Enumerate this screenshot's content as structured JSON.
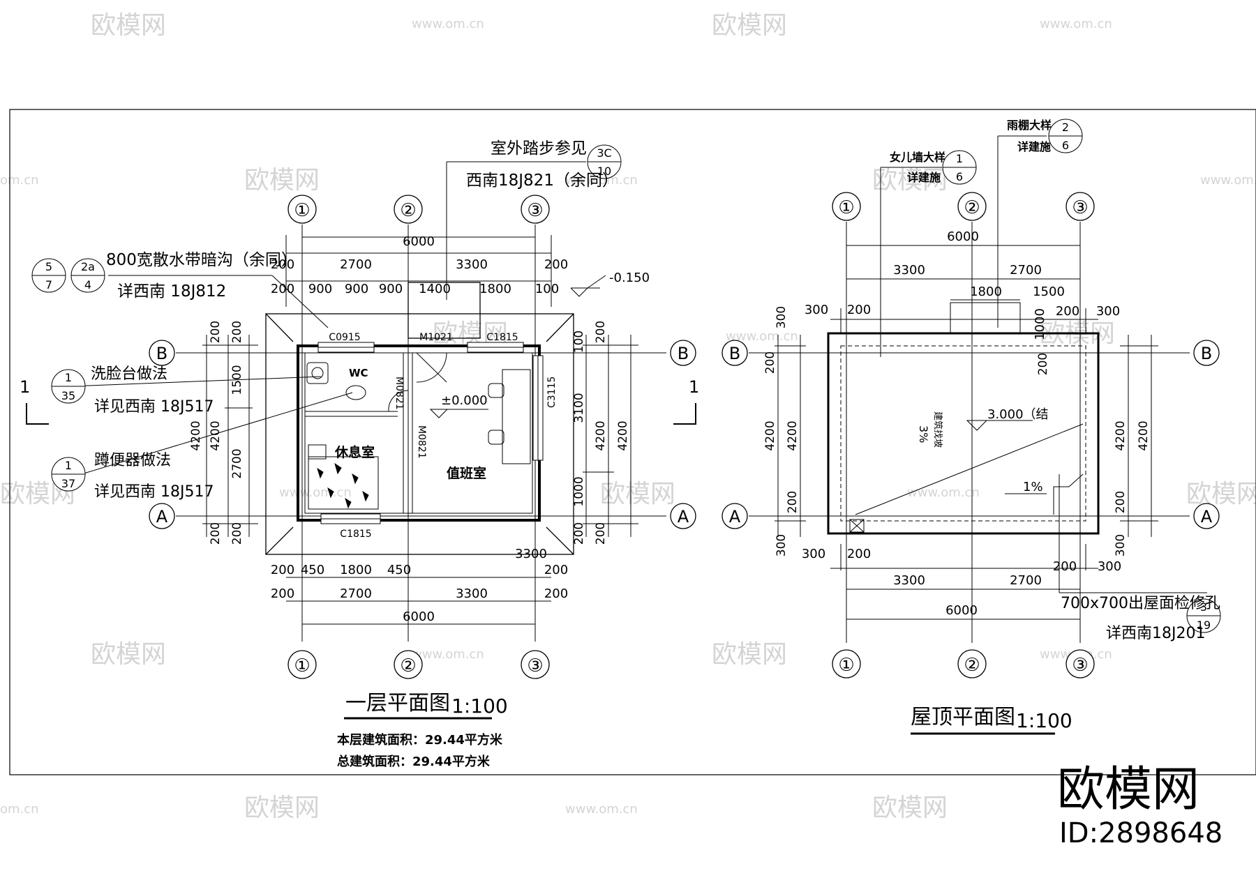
{
  "watermark": {
    "brand": "欧模网",
    "url": "www.om.cn",
    "url_short": "om.cn"
  },
  "brand_block": {
    "name": "欧模网",
    "id": "ID:2898648"
  },
  "plan1": {
    "title": "一层平面图",
    "scale": "1:100",
    "area_floor": "本层建筑面积：29.44平方米",
    "area_total": "总建筑面积：29.44平方米",
    "grids": {
      "g1": "①",
      "g2": "②",
      "g3": "③",
      "A": "A",
      "B": "B"
    },
    "section_mark": "1",
    "rooms": {
      "wc": "WC",
      "rest": "休息室",
      "duty": "值班室"
    },
    "doors": {
      "m1021": "M1021",
      "m0821a": "M0821",
      "m0821b": "M0821"
    },
    "windows": {
      "c0915": "C0915",
      "c1815_top": "C1815",
      "c1815_bot": "C1815",
      "c3115": "C3115"
    },
    "level_floor": "±0.000",
    "level_outside": "-0.150",
    "dims_top_1": [
      "200",
      "2700",
      "3300",
      "200"
    ],
    "dim_total_top": "6000",
    "dims_top_2": [
      "200",
      "900",
      "900",
      "900",
      "1400",
      "1800",
      "100"
    ],
    "dims_bottom_1": [
      "200",
      "450",
      "1800",
      "450",
      "3300",
      "200"
    ],
    "dims_bottom_2": [
      "200",
      "2700",
      "3300",
      "200"
    ],
    "dim_total_bottom": "6000",
    "dims_left_outer": [
      "200",
      "4200",
      "200"
    ],
    "dims_left_inner": [
      "200",
      "1500",
      "2700",
      "200"
    ],
    "dims_left_mid": "4200",
    "dims_right_inner": [
      "100",
      "3100",
      "1000",
      "200"
    ],
    "dims_right_outer": [
      "200",
      "4200",
      "200"
    ],
    "dims_right_total": "4200",
    "notes": {
      "drain_title": "800宽散水带暗沟（余同）",
      "drain_ref": "详西南 18J812",
      "drain_idx1_top": "5",
      "drain_idx1_bot": "7",
      "drain_idx2_top": "2a",
      "drain_idx2_bot": "4",
      "steps_title": "室外踏步参见",
      "steps_ref": "西南18J821（余同）",
      "steps_idx_top": "3C",
      "steps_idx_bot": "10",
      "basin_title": "洗脸台做法",
      "basin_ref": "详见西南 18J517",
      "basin_idx_top": "1",
      "basin_idx_bot": "35",
      "toilet_title": "蹲便器做法",
      "toilet_ref": "详见西南 18J517",
      "toilet_idx_top": "1",
      "toilet_idx_bot": "37"
    }
  },
  "plan2": {
    "title": "屋顶平面图",
    "scale": "1:100",
    "grids": {
      "g1": "①",
      "g2": "②",
      "g3": "③",
      "A": "A",
      "B": "B"
    },
    "level_roof": "3.000（结",
    "slope_main": "3%",
    "slope_main_note": "建筑找坡",
    "slope_gutter": "1%",
    "dims_top_total": "6000",
    "dims_top_1": [
      "3300",
      "2700"
    ],
    "dims_top_2": [
      "1800",
      "1500"
    ],
    "dims_top_3": [
      "300",
      "200",
      "200",
      "300"
    ],
    "dims_right_small": "1000",
    "dims_bottom_1": [
      "300",
      "200",
      "3300",
      "2700",
      "200",
      "300"
    ],
    "dims_bottom_total": "6000",
    "dims_left": [
      "300",
      "200",
      "4200",
      "4200",
      "200",
      "300"
    ],
    "dims_right": [
      "200",
      "4200",
      "4200",
      "200",
      "300"
    ],
    "notes": {
      "canopy_title": "雨棚大样",
      "canopy_ref": "详建施",
      "canopy_idx_top": "2",
      "canopy_idx_bot": "6",
      "parapet_title": "女儿墙大样",
      "parapet_ref": "详建施",
      "parapet_idx_top": "1",
      "parapet_idx_bot": "6",
      "hatch_title": "700x700出屋面检修孔",
      "hatch_ref": "详西南18J201",
      "hatch_idx_top": "3",
      "hatch_idx_bot": "19"
    }
  }
}
